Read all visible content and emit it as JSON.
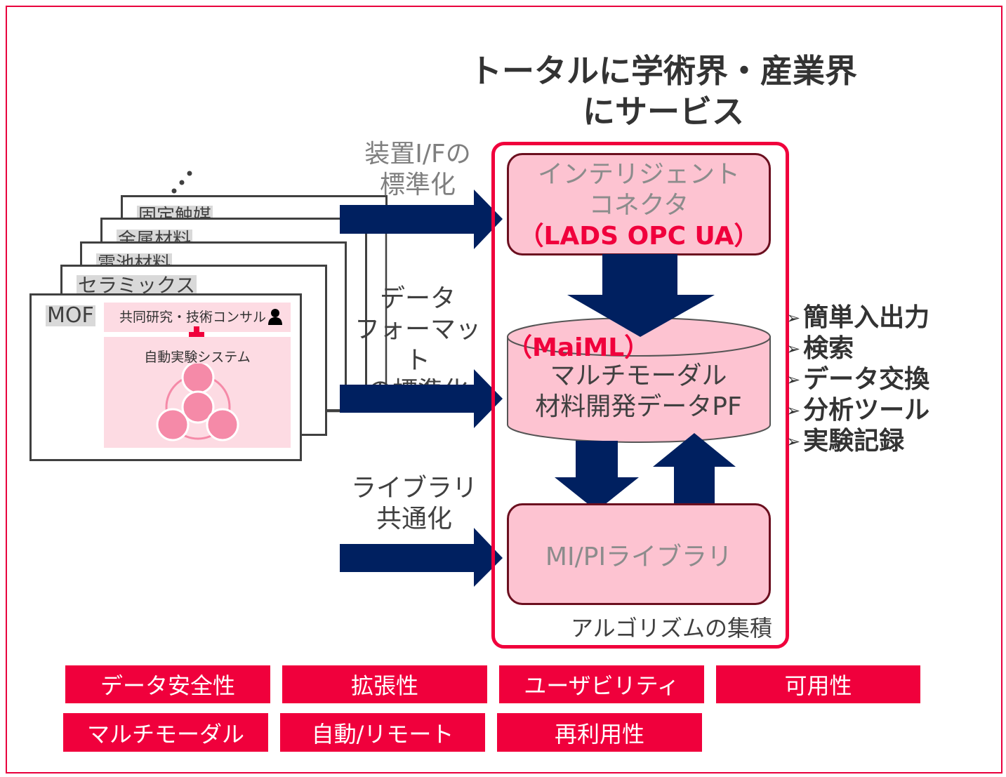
{
  "title": [
    "トータルに学術界・産業界",
    "にサービス"
  ],
  "colors": {
    "accent_red": "#f0003c",
    "arrow_blue": "#002060",
    "box_pink": "#fdc3d1"
  },
  "cards": [
    {
      "label": "固定触媒"
    },
    {
      "label": "金属材料"
    },
    {
      "label": "電池材料"
    },
    {
      "label": "セラミックス"
    },
    {
      "label": "MOF",
      "collab": "共同研究・技術コンサル",
      "system": "自動実験システム"
    }
  ],
  "labels": {
    "device_if": [
      "装置I/Fの",
      "標準化"
    ],
    "data_format": [
      "データ",
      "フォーマット",
      "の標準化"
    ],
    "library": [
      "ライブラリ",
      "共通化"
    ]
  },
  "platform": {
    "connector": [
      "インテリジェント",
      "コネクタ"
    ],
    "connector_std": "（LADS OPC UA）",
    "maiml": "（MaiML）",
    "pf": [
      "マルチモーダル",
      "材料開発データPF"
    ],
    "library": "MI/PIライブラリ",
    "caption": "アルゴリズムの集積"
  },
  "features": [
    "簡単入出力",
    "検索",
    "データ交換",
    "分析ツール",
    "実験記録"
  ],
  "qualities": [
    [
      "データ安全性",
      "拡張性",
      "ユーザビリティ",
      "可用性"
    ],
    [
      "マルチモーダル",
      "自動/リモート",
      "再利用性"
    ]
  ]
}
